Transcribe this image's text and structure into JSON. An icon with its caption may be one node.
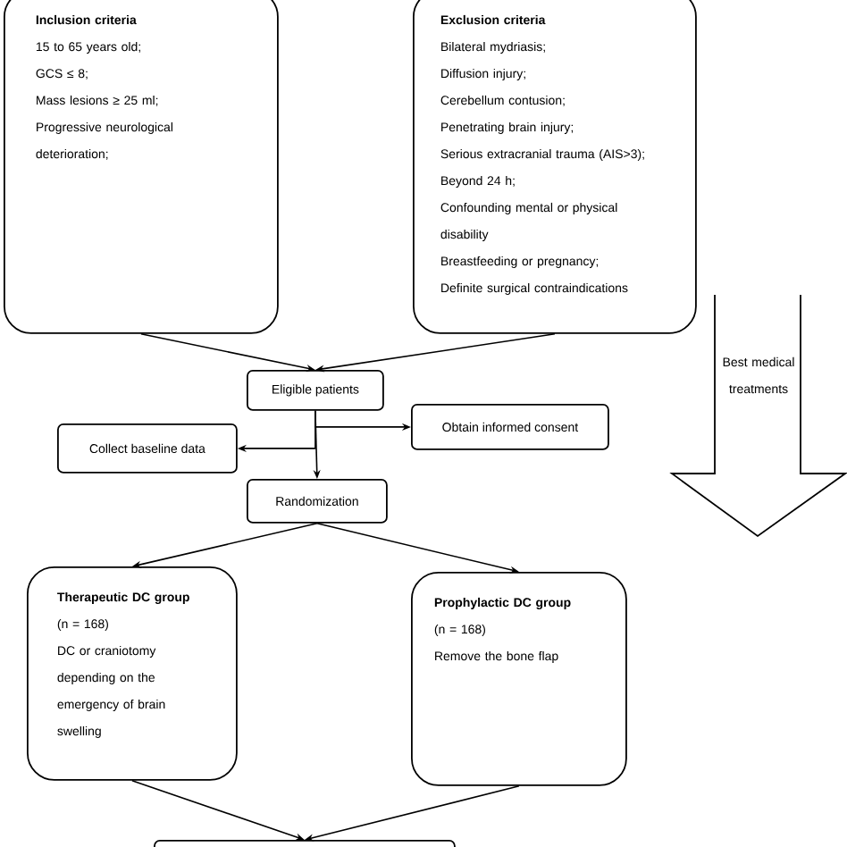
{
  "diagram": {
    "nodes": [
      {
        "text": [
          "Inclusion criteria",
          "15 to 65 years old;",
          "GCS ≤ 8;",
          "Mass lesions ≥ 25 ml;",
          "Progressive neurological deterioration;"
        ]
      },
      {
        "text": [
          "Exclusion criteria",
          "Bilateral mydriasis;",
          "Diffusion injury;",
          "Cerebellum contusion;",
          "Penetrating brain injury;",
          "Serious extracranial trauma (AIS>3);",
          "Beyond 24 h;",
          "Confounding mental or physical disability",
          "Breastfeeding or pregnancy;",
          "Definite surgical contraindications"
        ]
      },
      {
        "text": [
          "Eligible patients"
        ]
      },
      {
        "text": [
          "Collect baseline data"
        ]
      },
      {
        "text": [
          "Obtain informed consent"
        ]
      },
      {
        "text": [
          "Randomization"
        ]
      },
      {
        "text": [
          "Therapeutic DC group",
          "(n = 168)",
          "DC or craniotomy depending on the emergency of brain swelling"
        ]
      },
      {
        "text": [
          "Prophylactic DC group",
          "(n = 168)",
          "Remove the bone flap"
        ]
      },
      {
        "text": [],
        "shape": "box"
      },
      {
        "text": [
          "Best medical treatments"
        ]
      }
    ],
    "edges": [
      {
        "from": 0,
        "to": 2,
        "arrow": "to"
      },
      {
        "from": 1,
        "to": 2,
        "arrow": "to"
      },
      {
        "from": 2,
        "to": 4,
        "arrow": "to"
      },
      {
        "from": 2,
        "to": 3,
        "arrow": "to"
      },
      {
        "from": 2,
        "to": 5,
        "arrow": "to"
      },
      {
        "from": 5,
        "to": 6,
        "arrow": "to"
      },
      {
        "from": 5,
        "to": 7,
        "arrow": "to"
      },
      {
        "from": 6,
        "to": 8,
        "arrow": "to"
      },
      {
        "from": 7,
        "to": 8,
        "arrow": "to"
      }
    ]
  }
}
